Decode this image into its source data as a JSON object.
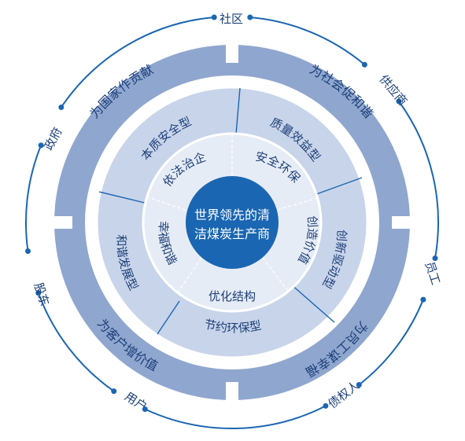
{
  "stakeholders": {
    "community": "社区",
    "suppliers": "供应商",
    "employees": "员工",
    "creditors": "债权人",
    "users": "用户",
    "shareholders": "股东",
    "government": "政府"
  },
  "band": {
    "country": "为国家作贡献",
    "society": "为社会促和谐",
    "employees": "为员工谋幸福",
    "customers": "为客户增价值"
  },
  "enterprise_types": {
    "intrinsic_safety": "本质安全型",
    "quality_benefit": "质量效益型",
    "innovation_driven": "创新驱动型",
    "conservation_eco": "节约环保型",
    "harmonious_dev": "和谐发展型"
  },
  "values": {
    "rule_of_law": "依法治企",
    "safety_env": "安全环保",
    "value_creation": "创造价值",
    "optimized_structure": "优化结构",
    "happiness_harmony": "幸福和谐"
  },
  "core": {
    "line1": "世界领先的清",
    "line2": "洁煤炭生产商"
  },
  "colors": {
    "band_fill": "#8fa6cf",
    "ring2_fill": "#c8d4ea",
    "ring3_fill": "#e6ecf6",
    "core_fill": "#1a66b2",
    "dark_blue": "#1c3f78",
    "line_blue": "#1a66b2"
  }
}
